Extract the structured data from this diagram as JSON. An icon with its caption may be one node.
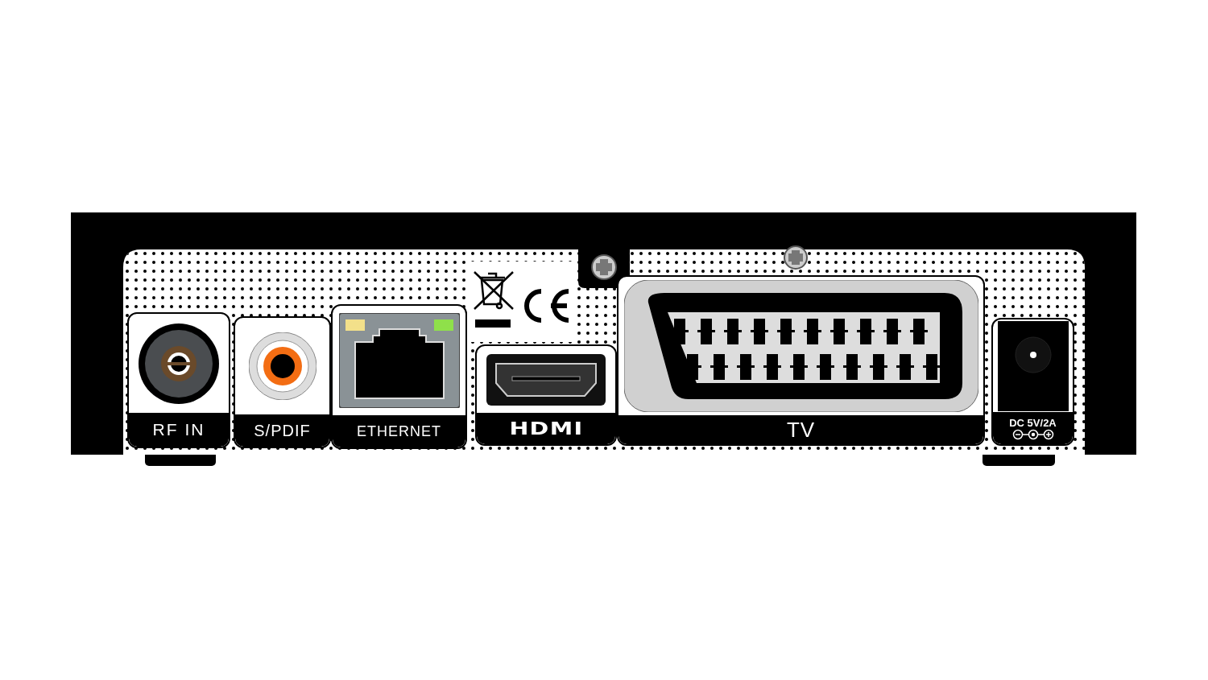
{
  "diagram": {
    "nodes": [
      {
        "text": [
          "RF IN"
        ]
      },
      {
        "text": [
          "S/PDIF"
        ]
      },
      {
        "text": [
          "ETHERNET"
        ]
      },
      {
        "text": [
          "HDMI"
        ]
      },
      {
        "text": [
          "TV"
        ]
      },
      {
        "text": [
          "DC 5V/2A"
        ]
      }
    ]
  }
}
